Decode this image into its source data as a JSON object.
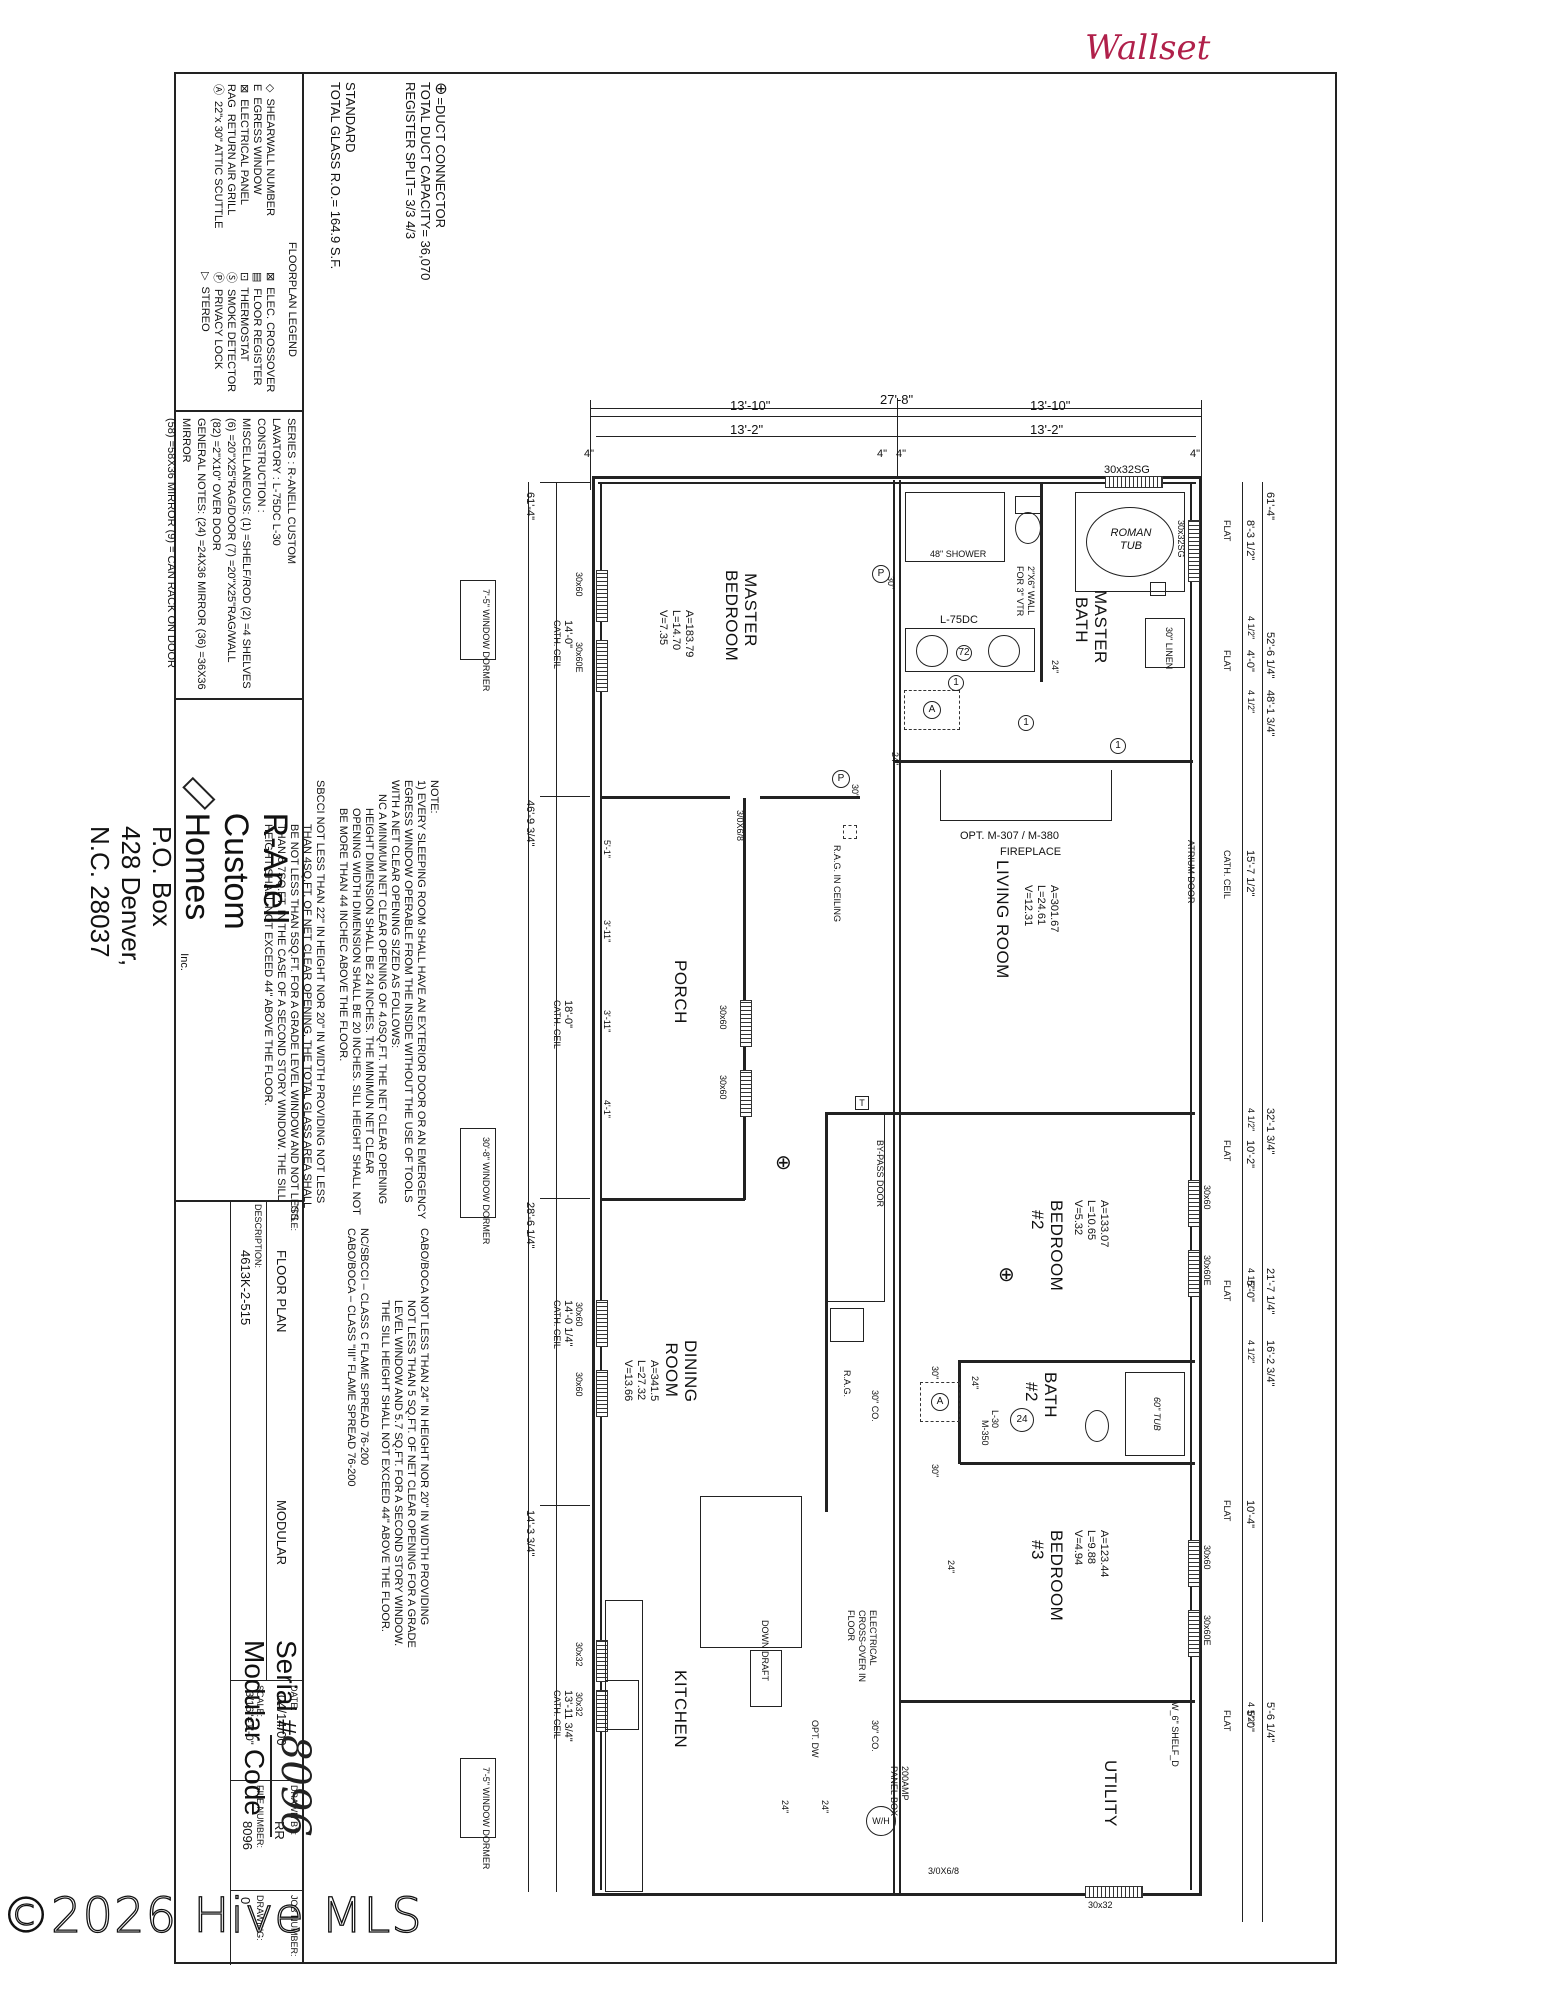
{
  "annotation": {
    "handwritten_top": "Wallset",
    "serial_label": "Serial #",
    "serial_number": "8096",
    "code_label": "Modular Code"
  },
  "hvac": {
    "duct_connector": "=DUCT CONNECTOR",
    "total_duct_capacity": "TOTAL DUCT CAPACITY= 36,070",
    "register_split": "REGISTER SPLIT= 3/3   4/3"
  },
  "glass": {
    "standard": "STANDARD",
    "total_glass": "TOTAL GLASS R.O.= 164.9 S.F."
  },
  "legend": {
    "title": "FLOORPLAN LEGEND",
    "left_items": [
      {
        "symbol": "diamond",
        "label": "SHEARWALL NUMBER"
      },
      {
        "symbol": "E",
        "label": "EGRESS WINDOW"
      },
      {
        "symbol": "panel",
        "label": "ELECTRICAL PANEL"
      },
      {
        "symbol": "RAG",
        "label": "RETURN AIR GRILL"
      },
      {
        "symbol": "A",
        "label": "22\"x 30\" ATTIC SCUTTLE"
      }
    ],
    "right_items": [
      {
        "symbol": "crossover",
        "label": "ELEC. CROSSOVER"
      },
      {
        "symbol": "register",
        "label": "FLOOR REGISTER"
      },
      {
        "symbol": "T",
        "label": "THERMOSTAT"
      },
      {
        "symbol": "S",
        "label": "SMOKE DETECTOR"
      },
      {
        "symbol": "P",
        "label": "PRIVACY LOCK"
      },
      {
        "symbol": "R",
        "label": "STEREO"
      }
    ]
  },
  "series": {
    "series": "SERIES   :   R-ANELL CUSTOM",
    "lavatory": "LAVATORY   :   L-75DC   L-30",
    "construction": "CONSTRUCTION   :",
    "misc": "MISCELLANEOUS: (1) =SHELF/ROD   (2) =4 SHELVES",
    "rag_door": "(6) =20\"X25\"RAG/DOOR   (7) =20\"X25\"RAG/WALL",
    "over_door": "(82) =2\"X10\" OVER DOOR",
    "general_notes": "GENERAL NOTES: (24) =24X36 MIRROR (36) =36X36 MIRROR",
    "mirror58": "(58) =58X36 MIRROR   (9) = CAN RACK ON DOOR"
  },
  "notes": {
    "title": "NOTE:",
    "n1": "1) EVERY SLEEPING ROOM SHALL HAVE AN EXTERIOR DOOR OR AN EMERGENCY",
    "n2": "EGRESS WINDOW OPERABLE FROM THE INSIDE WITHOUT THE USE OF TOOLS",
    "n3": "WITH A NET CLEAR OPENING SIZED AS FOLLOWS:",
    "nc1": "NC   A MINIMUM NET CLEAR OPENING OF 4.0SQ.FT. THE NET CLEAR OPENING",
    "nc2": "HEIGHT DIMENSION SHALL BE 24 INCHES. THE MINIMUN NET CLEAR",
    "nc3": "OPENING WIDTH DIMENSION SHALL BE 20 INCHES. SILL HEIGHT SHALL NOT",
    "nc4": "BE MORE THAN 44 INCHEC ABOVE THE FLOOR.",
    "sb1": "SBCCI   NOT LESS THAN 22\" IN HEIGHT NOR 20\" IN WIDTH PROVIDING NOT LESS",
    "sb2": "THAN 4SQ.FT. OF NET CLEAR OPENING. THE TOTAL GLASS AREA SHALL",
    "sb3": "BE NOT LESS THAN 5SQ.FT. FOR A GRADE LEVEL WINDOW AND NOT LESS",
    "sb4": "THAN 5.7SQ.FT. IN THE CASE OF A SECOND STORY WINDOW. THE SILL",
    "sb5": "HEIGHT SHALL NOT EXCEED 44\" ABOVE THE FLOOR.",
    "cb1": "CABO/BOCA   NOT LESS THAN 24\" IN HEIGHT NOR 20\" IN WIDTH PROVIDING",
    "cb2": "NOT LESS THAN 5 SQ.FT. OF NET CLEAR OPENING FOR A GRADE",
    "cb3": "LEVEL WINDOW AND 5.7 SQ.FT. FOR A SECOND STORY WINDOW.",
    "cb4": "THE SILL HEIGHT SHALL NOT EXCEED 44\" ABOVE THE FLOOR.",
    "flame1": "NC/SBCCI – CLASS C FLAME SPREAD 76-200",
    "flame2": "CABO/BOCA – CLASS \"III\" FLAME SPREAD 76-200"
  },
  "company": {
    "name": "R-Anell Custom Homes",
    "suffix": "Inc.",
    "address": "P.O. Box 428 Denver, N.C. 28037"
  },
  "title_block": {
    "title_label": "TITLE:",
    "title": "FLOOR PLAN",
    "type": "MODULAR",
    "description_label": "DESCRIPTION:",
    "description": "4613K-2-515",
    "date_label": "DATE:",
    "date": "04/14/00",
    "scale_label": "SCALE:",
    "scale": "3/16\"=1'-0\"",
    "drawn_by_label": "DRAWN BY:",
    "drawn_by": "RR",
    "file_number_label": "FILE NUMBER:",
    "file_number": "8096",
    "job_number_label": "JOB NUMBER:",
    "job_number": "",
    "drawing_label": "DRAWING:",
    "drawing": "0"
  },
  "dimensions": {
    "overall_width": "27'-8\"",
    "top_outer": [
      "13'-10\"",
      "13'-10\""
    ],
    "top_inner": [
      "13'-2\"",
      "13'-2\""
    ],
    "wall_thickness": [
      "4\"",
      "4\"",
      "4\"",
      "4\""
    ],
    "right_running": [
      "61'-4\"",
      "52'-6 1/4\"",
      "48'-1 3/4\"",
      "32'-1 3/4\"",
      "21'-7 1/4\"",
      "16'-2 3/4\"",
      "5'-6 1/4\""
    ],
    "right_segments": [
      "8'-3 1/2\"",
      "4'-0\"",
      "15'-7 1/2\"",
      "10'-2\"",
      "5'-0\"",
      "10'-4\"",
      "5'-0\""
    ],
    "right_ceilings": [
      "FLAT",
      "FLAT",
      "CATH. CEIL",
      "FLAT",
      "FLAT",
      "FLAT",
      "FLAT"
    ],
    "right_gaps": [
      "4 1/2\"",
      "4 1/2\"",
      "4 1/2\"",
      "4 1/2\"",
      "4 1/2\"",
      "4 1/2\""
    ],
    "left_running": [
      "61'-4\"",
      "46'-9 3/4\"",
      "28'-6 1/4\"",
      "14'-3 3/4\""
    ],
    "left_segments": [
      "14'-0\"",
      "18'-0\"",
      "14'-0 1/4\"",
      "13'-11 3/4\""
    ],
    "left_ceilings": [
      "CATH. CEIL",
      "CATH. CEIL",
      "CATH. CEIL",
      "CATH. CEIL"
    ]
  },
  "dormers": [
    {
      "label": "7'-5\" WINDOW DORMER"
    },
    {
      "label": "30'-8\" WINDOW DORMER"
    },
    {
      "label": "7'-5\" WINDOW DORMER"
    }
  ],
  "rooms": {
    "master_bedroom": {
      "name": "MASTER BEDROOM",
      "stats": [
        "A=183.79",
        "L=14.70",
        "V=7.35"
      ]
    },
    "master_bath": {
      "name": "MASTER BATH"
    },
    "porch": {
      "name": "PORCH"
    },
    "living_room": {
      "name": "LIVING ROOM",
      "stats": [
        "A=301.67",
        "L=24.61",
        "V=12.31"
      ]
    },
    "dining_room": {
      "name": "DINING ROOM",
      "stats": [
        "A=341.5",
        "L=27.32",
        "V=13.66"
      ]
    },
    "kitchen": {
      "name": "KITCHEN"
    },
    "bedroom2": {
      "name": "BEDROOM #2",
      "stats": [
        "A=133.07",
        "L=10.65",
        "V=5.32"
      ]
    },
    "bath2": {
      "name": "BATH #2"
    },
    "bedroom3": {
      "name": "BEDROOM #3",
      "stats": [
        "A=123.44",
        "L=9.88",
        "V=4.94"
      ]
    },
    "utility": {
      "name": "UTILITY"
    }
  },
  "labels": {
    "roman_tub": "ROMAN TUB",
    "shower": "48\" SHOWER",
    "vtr_wall": "2\"X6\" WALL FOR 3\" VTR",
    "lav_master": "L-75DC",
    "lav_bath2": "L-30",
    "linen": "30\" LINEN",
    "fireplace_model": "OPT. M-307 / M-380",
    "fireplace": "FIREPLACE",
    "rag_ceiling": "R.A.G. IN CEILING",
    "porch_door": "3/0X6/8",
    "atrium_door": "ATRIUM DOOR",
    "bypass_door": "BY-PASS DOOR",
    "rag": "R.A.G.",
    "tub60": "60\" TUB",
    "m350": "M-350",
    "co30a": "30\" CO.",
    "co30b": "30\" CO.",
    "elec_crossover": "ELECTRICAL CROSS-OVER IN FLOOR",
    "down_draft": "DOWN DRAFT",
    "opt_dw": "OPT. DW",
    "panel_box": "200AMP PANEL BOX",
    "wh": "W/H",
    "shelf": "W_6\" SHELF_D",
    "utility_door": "3/0X6/8",
    "porch_dims": [
      "5'-1\"",
      "3'-11\"",
      "3'-11\"",
      "4'-1\""
    ],
    "door_sizes": [
      "30\"",
      "24\"",
      "30\"",
      "24\"",
      "30\"",
      "24\"",
      "30\"",
      "24\"",
      "24\"",
      "24\""
    ]
  },
  "windows": {
    "top": "30x32SG",
    "master_bath_right": "30x32SG",
    "master_bed": [
      "30x60",
      "30x60E"
    ],
    "porch": [
      "30x60",
      "30x60"
    ],
    "bed2": [
      "30x60",
      "30x60E"
    ],
    "dining": [
      "30x60",
      "30x60"
    ],
    "bed3": [
      "30x60",
      "30x60E"
    ],
    "kitchen": [
      "30x32",
      "30x32"
    ],
    "utility": "30x32"
  },
  "watermark": "©2026 Hive MLS"
}
